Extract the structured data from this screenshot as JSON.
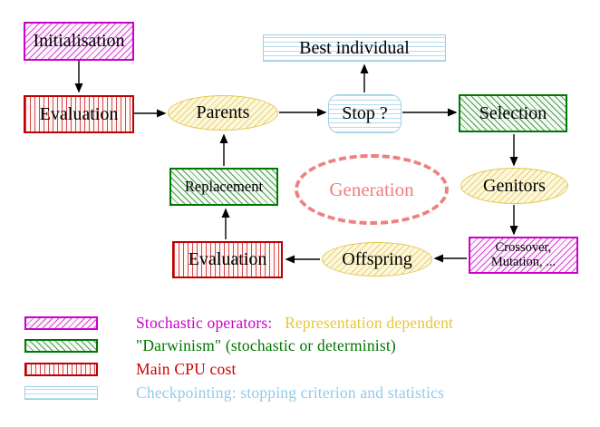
{
  "diagram": {
    "nodes": {
      "initialisation": {
        "label": "Initialisation"
      },
      "evaluation_top": {
        "label": "Evaluation"
      },
      "parents": {
        "label": "Parents"
      },
      "best_individual": {
        "label": "Best individual"
      },
      "stop": {
        "label": "Stop ?"
      },
      "selection": {
        "label": "Selection"
      },
      "genitors": {
        "label": "Genitors"
      },
      "crossover_mutation": {
        "line1": "Crossover,",
        "line2": "Mutation, ..."
      },
      "offspring": {
        "label": "Offspring"
      },
      "evaluation_bottom": {
        "label": "Evaluation"
      },
      "replacement": {
        "label": "Replacement"
      },
      "generation": {
        "label": "Generation"
      }
    },
    "legend": [
      {
        "key": "stochastic-operators",
        "text": "Stochastic operators:",
        "text2": "Representation dependent"
      },
      {
        "key": "darwinism",
        "text": "\"Darwinism\" (stochastic or determinist)"
      },
      {
        "key": "main-cpu-cost",
        "text": "Main CPU cost"
      },
      {
        "key": "checkpointing",
        "text": "Checkpointing: stopping criterion and statistics"
      }
    ],
    "colors": {
      "magenta": "#cc00cc",
      "green": "#007700",
      "red": "#cc0000",
      "cyan_border": "#9fcfe2",
      "cyan_text": "#8fccea",
      "yellow_border": "#e2c84e",
      "yellow_fill": "#fdf8db",
      "gold_text": "#e9c63b",
      "salmon": "#ef8080",
      "line": "#000000"
    }
  }
}
